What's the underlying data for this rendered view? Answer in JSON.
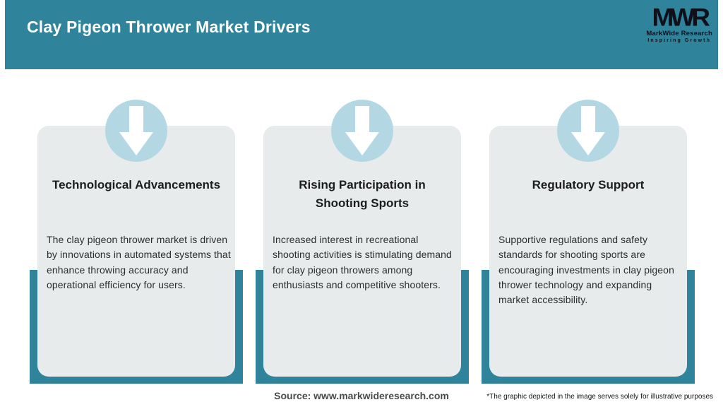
{
  "header": {
    "title": "Clay Pigeon Thrower Market Drivers",
    "logo": {
      "monogram": "MWR",
      "name": "MarkWide Research",
      "tagline": "Inspiring Growth"
    }
  },
  "cards": [
    {
      "title": "Technological Advancements",
      "body": "The clay pigeon thrower market is driven\nby innovations in automated systems that\nenhance throwing accuracy and\noperational efficiency for users."
    },
    {
      "title": "Rising Participation in\nShooting Sports",
      "body": "Increased interest in recreational\nshooting activities is stimulating demand\nfor clay pigeon throwers among\nenthusiasts and competitive shooters."
    },
    {
      "title": "Regulatory Support",
      "body": "Supportive regulations and safety\nstandards for shooting sports are\nencouraging investments in clay pigeon\nthrower technology and expanding\nmarket accessibility."
    }
  ],
  "footer": {
    "source": "Source: www.markwideresearch.com",
    "disclaimer": "*The graphic depicted in the image serves solely for illustrative purposes"
  },
  "colors": {
    "accent_teal": "#2f839b",
    "card_gray": "#e8ebeb",
    "circle_blue": "#b4d8e3",
    "arrow_white": "#ffffff"
  }
}
